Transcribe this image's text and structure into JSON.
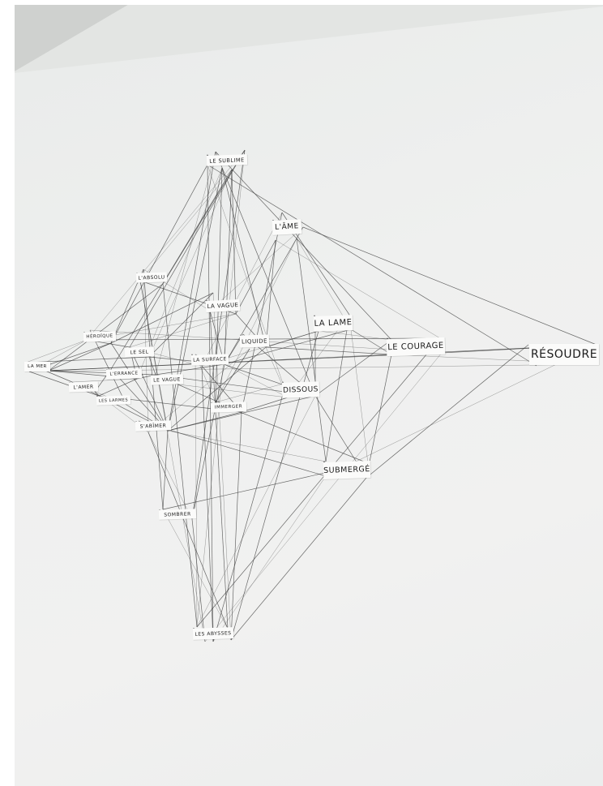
{
  "scene": "string art",
  "colors": {
    "wall": "#eeefee",
    "thread": "#3a3a3a",
    "ceiling": "#d4d6d4",
    "card": "#fbfbfa"
  },
  "nodes": [
    {
      "id": "sublime",
      "label": "LE SUBLIME"
    },
    {
      "id": "ame",
      "label": "L'ÂME"
    },
    {
      "id": "absolu",
      "label": "L'ABSOLU"
    },
    {
      "id": "vague1",
      "label": "LA VAGUE"
    },
    {
      "id": "lame",
      "label": "LA LAME"
    },
    {
      "id": "heroique",
      "label": "HÉROÏQUE"
    },
    {
      "id": "liquide",
      "label": "LIQUIDE"
    },
    {
      "id": "courage",
      "label": "LE COURAGE"
    },
    {
      "id": "resoudre",
      "label": "RÉSOUDRE"
    },
    {
      "id": "sel",
      "label": "LE SEL"
    },
    {
      "id": "surface",
      "label": "LA SURFACE"
    },
    {
      "id": "mer",
      "label": "LA MER"
    },
    {
      "id": "errance",
      "label": "L'ERRANCE"
    },
    {
      "id": "vague2",
      "label": "LE VAGUE"
    },
    {
      "id": "dissous",
      "label": "DISSOUS"
    },
    {
      "id": "amer",
      "label": "L'AMER"
    },
    {
      "id": "larmes",
      "label": "LES LARMES"
    },
    {
      "id": "immerger",
      "label": "IMMERGER"
    },
    {
      "id": "sabimer",
      "label": "S'ABÎMER"
    },
    {
      "id": "submerge",
      "label": "SUBMERGÉ"
    },
    {
      "id": "sombrer",
      "label": "SOMBRER"
    },
    {
      "id": "abysses",
      "label": "LES ABYSSES"
    }
  ],
  "edges": [
    [
      "sublime",
      "ame"
    ],
    [
      "sublime",
      "resoudre"
    ],
    [
      "sublime",
      "absolu"
    ],
    [
      "sublime",
      "vague1"
    ],
    [
      "sublime",
      "liquide"
    ],
    [
      "sublime",
      "dissous"
    ],
    [
      "sublime",
      "heroique"
    ],
    [
      "sublime",
      "sel"
    ],
    [
      "sublime",
      "surface"
    ],
    [
      "sublime",
      "immerger"
    ],
    [
      "sublime",
      "sabimer"
    ],
    [
      "sublime",
      "abysses"
    ],
    [
      "sublime",
      "sombrer"
    ],
    [
      "sublime",
      "errance"
    ],
    [
      "sublime",
      "vague2"
    ],
    [
      "ame",
      "resoudre"
    ],
    [
      "ame",
      "lame"
    ],
    [
      "ame",
      "courage"
    ],
    [
      "ame",
      "liquide"
    ],
    [
      "ame",
      "surface"
    ],
    [
      "ame",
      "immerger"
    ],
    [
      "ame",
      "submerge"
    ],
    [
      "ame",
      "vague1"
    ],
    [
      "absolu",
      "vague1"
    ],
    [
      "absolu",
      "heroique"
    ],
    [
      "absolu",
      "mer"
    ],
    [
      "absolu",
      "sabimer"
    ],
    [
      "absolu",
      "sombrer"
    ],
    [
      "absolu",
      "abysses"
    ],
    [
      "vague1",
      "surface"
    ],
    [
      "vague1",
      "sel"
    ],
    [
      "vague1",
      "liquide"
    ],
    [
      "vague1",
      "abysses"
    ],
    [
      "vague1",
      "heroique"
    ],
    [
      "lame",
      "courage"
    ],
    [
      "lame",
      "liquide"
    ],
    [
      "lame",
      "dissous"
    ],
    [
      "lame",
      "submerge"
    ],
    [
      "lame",
      "surface"
    ],
    [
      "lame",
      "abysses"
    ],
    [
      "heroique",
      "mer"
    ],
    [
      "heroique",
      "sel"
    ],
    [
      "heroique",
      "larmes"
    ],
    [
      "heroique",
      "sabimer"
    ],
    [
      "heroique",
      "courage"
    ],
    [
      "liquide",
      "dissous"
    ],
    [
      "liquide",
      "courage"
    ],
    [
      "liquide",
      "immerger"
    ],
    [
      "liquide",
      "surface"
    ],
    [
      "liquide",
      "sabimer"
    ],
    [
      "courage",
      "resoudre"
    ],
    [
      "courage",
      "submerge"
    ],
    [
      "courage",
      "dissous"
    ],
    [
      "courage",
      "abysses"
    ],
    [
      "courage",
      "mer"
    ],
    [
      "resoudre",
      "submerge"
    ],
    [
      "resoudre",
      "mer"
    ],
    [
      "mer",
      "amer"
    ],
    [
      "mer",
      "errance"
    ],
    [
      "mer",
      "larmes"
    ],
    [
      "mer",
      "sel"
    ],
    [
      "mer",
      "vague2"
    ],
    [
      "mer",
      "heroique"
    ],
    [
      "sel",
      "surface"
    ],
    [
      "sel",
      "errance"
    ],
    [
      "sel",
      "vague2"
    ],
    [
      "sel",
      "sabimer"
    ],
    [
      "surface",
      "vague2"
    ],
    [
      "surface",
      "immerger"
    ],
    [
      "surface",
      "dissous"
    ],
    [
      "surface",
      "sombrer"
    ],
    [
      "surface",
      "abysses"
    ],
    [
      "errance",
      "amer"
    ],
    [
      "errance",
      "vague2"
    ],
    [
      "errance",
      "sabimer"
    ],
    [
      "errance",
      "larmes"
    ],
    [
      "vague2",
      "immerger"
    ],
    [
      "vague2",
      "sabimer"
    ],
    [
      "vague2",
      "dissous"
    ],
    [
      "dissous",
      "submerge"
    ],
    [
      "dissous",
      "immerger"
    ],
    [
      "dissous",
      "abysses"
    ],
    [
      "dissous",
      "sabimer"
    ],
    [
      "amer",
      "larmes"
    ],
    [
      "amer",
      "sabimer"
    ],
    [
      "larmes",
      "sabimer"
    ],
    [
      "larmes",
      "immerger"
    ],
    [
      "immerger",
      "sabimer"
    ],
    [
      "immerger",
      "submerge"
    ],
    [
      "immerger",
      "abysses"
    ],
    [
      "sabimer",
      "submerge"
    ],
    [
      "sabimer",
      "sombrer"
    ],
    [
      "sabimer",
      "abysses"
    ],
    [
      "submerge",
      "sombrer"
    ],
    [
      "submerge",
      "abysses"
    ],
    [
      "sombrer",
      "abysses"
    ]
  ]
}
